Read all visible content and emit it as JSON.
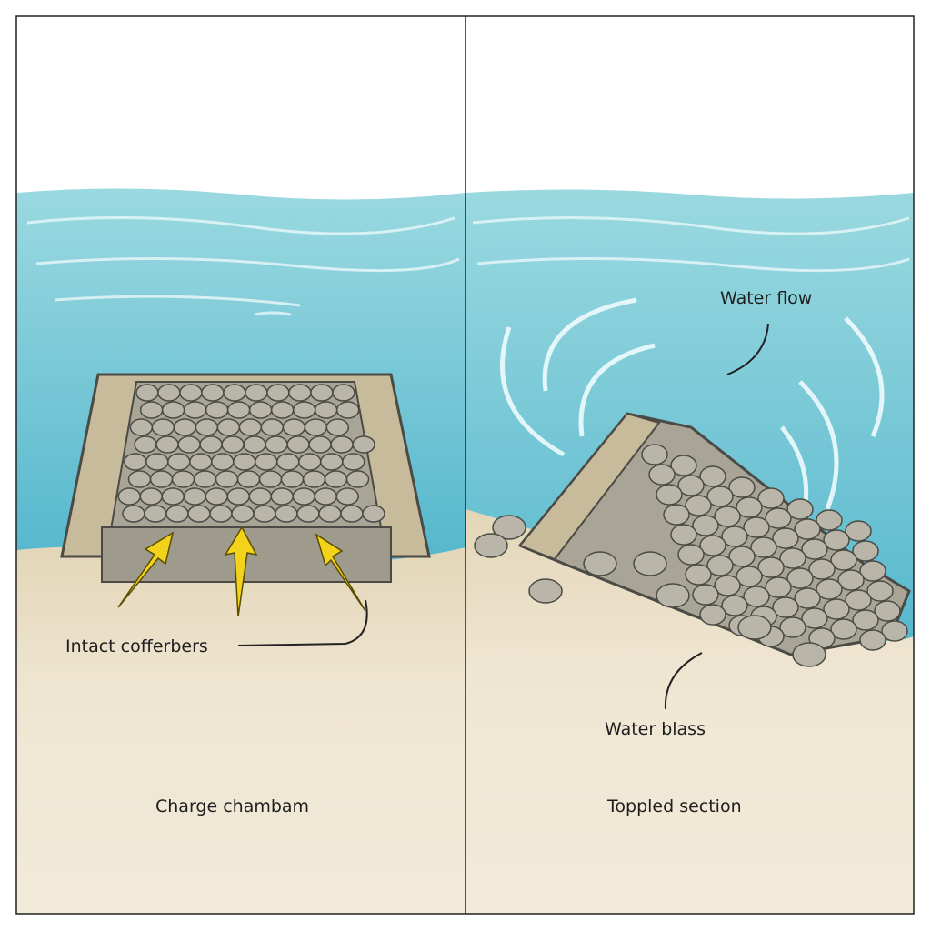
{
  "panels": [
    {
      "id": "left",
      "labels": {
        "callout": "Intact cofferbers",
        "caption": "Charge chambam"
      }
    },
    {
      "id": "right",
      "labels": {
        "flow": "Water flow",
        "blast": "Water blass",
        "caption": "Toppled section"
      }
    }
  ],
  "colors": {
    "water_top": "#8fd3dc",
    "water_deep": "#5bbbd0",
    "sand": "#efe6d2",
    "stone": "#b9b5a8",
    "stone_outline": "#4b4a44",
    "arrow": "#f3d21c",
    "border": "#222222"
  },
  "icons": [
    "upward-arrow-icon",
    "upward-arrow-icon",
    "upward-arrow-icon"
  ]
}
